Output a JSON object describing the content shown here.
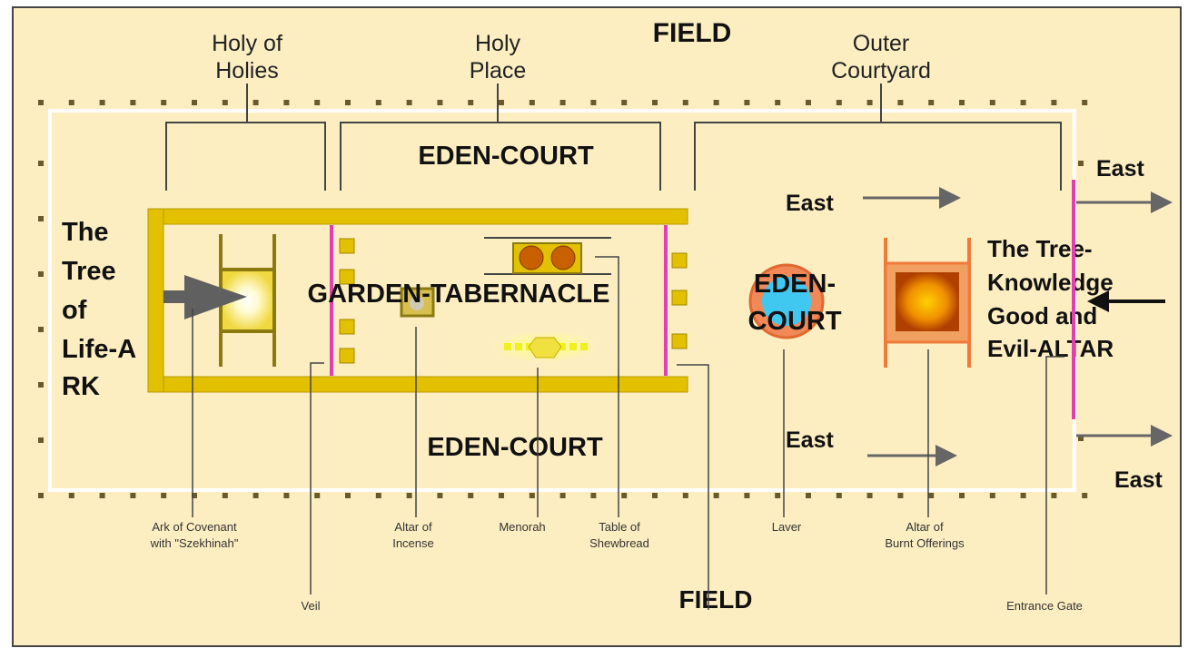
{
  "title_top": "FIELD",
  "title_bottom": "FIELD",
  "sections": [
    {
      "line1": "Holy of",
      "line2": "Holies"
    },
    {
      "line1": "Holy",
      "line2": "Place"
    },
    {
      "line1": "Outer",
      "line2": "Courtyard"
    }
  ],
  "eden_court_top": "EDEN-COURT",
  "eden_court_bottom": "EDEN-COURT",
  "eden_court_laver": {
    "line1": "EDEN-",
    "line2": "COURT"
  },
  "garden_tabernacle": "GARDEN-TABERNACLE",
  "tree_of_life": [
    "The",
    "Tree",
    "of",
    "Life-A",
    "RK"
  ],
  "tree_knowledge": [
    "The Tree-",
    "Knowledge",
    "Good and",
    "Evil-ALTAR"
  ],
  "east_labels": [
    "East",
    "East",
    "East",
    "East"
  ],
  "items": {
    "ark": {
      "line1": "Ark of Covenant",
      "line2": "with \"Szekhinah\""
    },
    "veil": "Veil",
    "incense": {
      "line1": "Altar of",
      "line2": "Incense"
    },
    "menorah": "Menorah",
    "shewbread": {
      "line1": "Table of",
      "line2": "Shewbread"
    },
    "laver": "Laver",
    "burnt": {
      "line1": "Altar of",
      "line2": "Burnt Offerings"
    },
    "gate": "Entrance Gate"
  },
  "colors": {
    "background": "#fdeec2",
    "gold": "#e3c000",
    "veil": "#e040b0",
    "orange": "#f07a3a",
    "laver_water": "#40c8f0",
    "arrow": "#666666"
  }
}
